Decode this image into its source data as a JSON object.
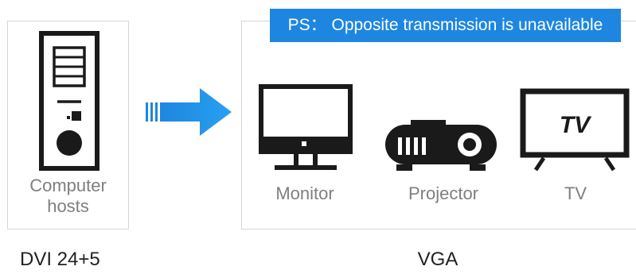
{
  "notice": {
    "text": "PS： Opposite transmission is unavailable"
  },
  "source": {
    "label_line1": "Computer",
    "label_line2": "hosts",
    "port": "DVI 24+5"
  },
  "targets": {
    "port": "VGA",
    "monitor": {
      "label": "Monitor"
    },
    "projector": {
      "label": "Projector"
    },
    "tv": {
      "label": "TV",
      "screen_text": "TV"
    }
  },
  "colors": {
    "accent": "#1e86e0",
    "icon": "#1a1a1a",
    "label": "#7f7f7f",
    "border": "#d6d6d6"
  },
  "icons": [
    "computer-tower-icon",
    "arrow-right-icon",
    "monitor-icon",
    "projector-icon",
    "tv-icon"
  ]
}
